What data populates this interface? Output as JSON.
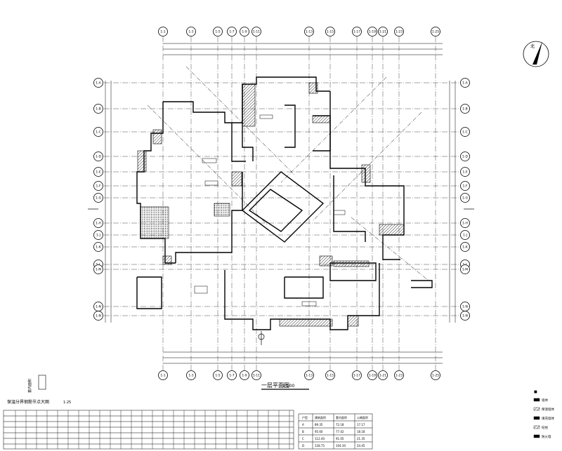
{
  "drawing": {
    "plan_title": "一层平面图",
    "plan_scale": "1:100",
    "north_arrow_label": "北",
    "enlarged_plan_title": "保温分界钢筋节点大图",
    "enlarged_plan_scale": "1:25",
    "area_note_label": "套内面积"
  },
  "grid_axes": {
    "top": [
      "1-1",
      "1-3",
      "1-5",
      "1-7",
      "1-9",
      "1-11",
      "1-13",
      "1-15",
      "1-17",
      "1-19",
      "1-21",
      "1-23",
      "1-25"
    ],
    "bottom": [
      "1-1",
      "1-3",
      "1-5",
      "1-7",
      "1-9",
      "1-11",
      "1-13",
      "1-15",
      "1-17",
      "1-19",
      "1-21",
      "1-23",
      "1-25"
    ],
    "left": [
      "1-A",
      "1-B",
      "1-C",
      "1-D",
      "1-E",
      "1-F",
      "1-G",
      "1-H",
      "1-J",
      "1-K",
      "1-L",
      "1-M",
      "1-N"
    ],
    "right": [
      "1-A",
      "1-B",
      "1-C",
      "1-D",
      "1-E",
      "1-F",
      "1-G",
      "1-H",
      "1-J",
      "1-K",
      "1-L",
      "1-M",
      "1-N"
    ]
  },
  "legend": {
    "items": [
      "墙体",
      "保温墙体",
      "填充墙体",
      "砼柱",
      "防火墙"
    ]
  },
  "area_table": {
    "headers": [
      "户型",
      "建筑面积",
      "套内面积",
      "公摊面积"
    ],
    "rows": [
      [
        "A",
        "89.35",
        "72.18",
        "17.17"
      ],
      [
        "B",
        "95.60",
        "77.42",
        "18.18"
      ],
      [
        "C",
        "112.40",
        "91.05",
        "21.35"
      ],
      [
        "D",
        "128.75",
        "104.30",
        "24.45"
      ]
    ]
  },
  "colors": {
    "line": "#000000",
    "hatch": "#000000",
    "paper": "#ffffff"
  }
}
